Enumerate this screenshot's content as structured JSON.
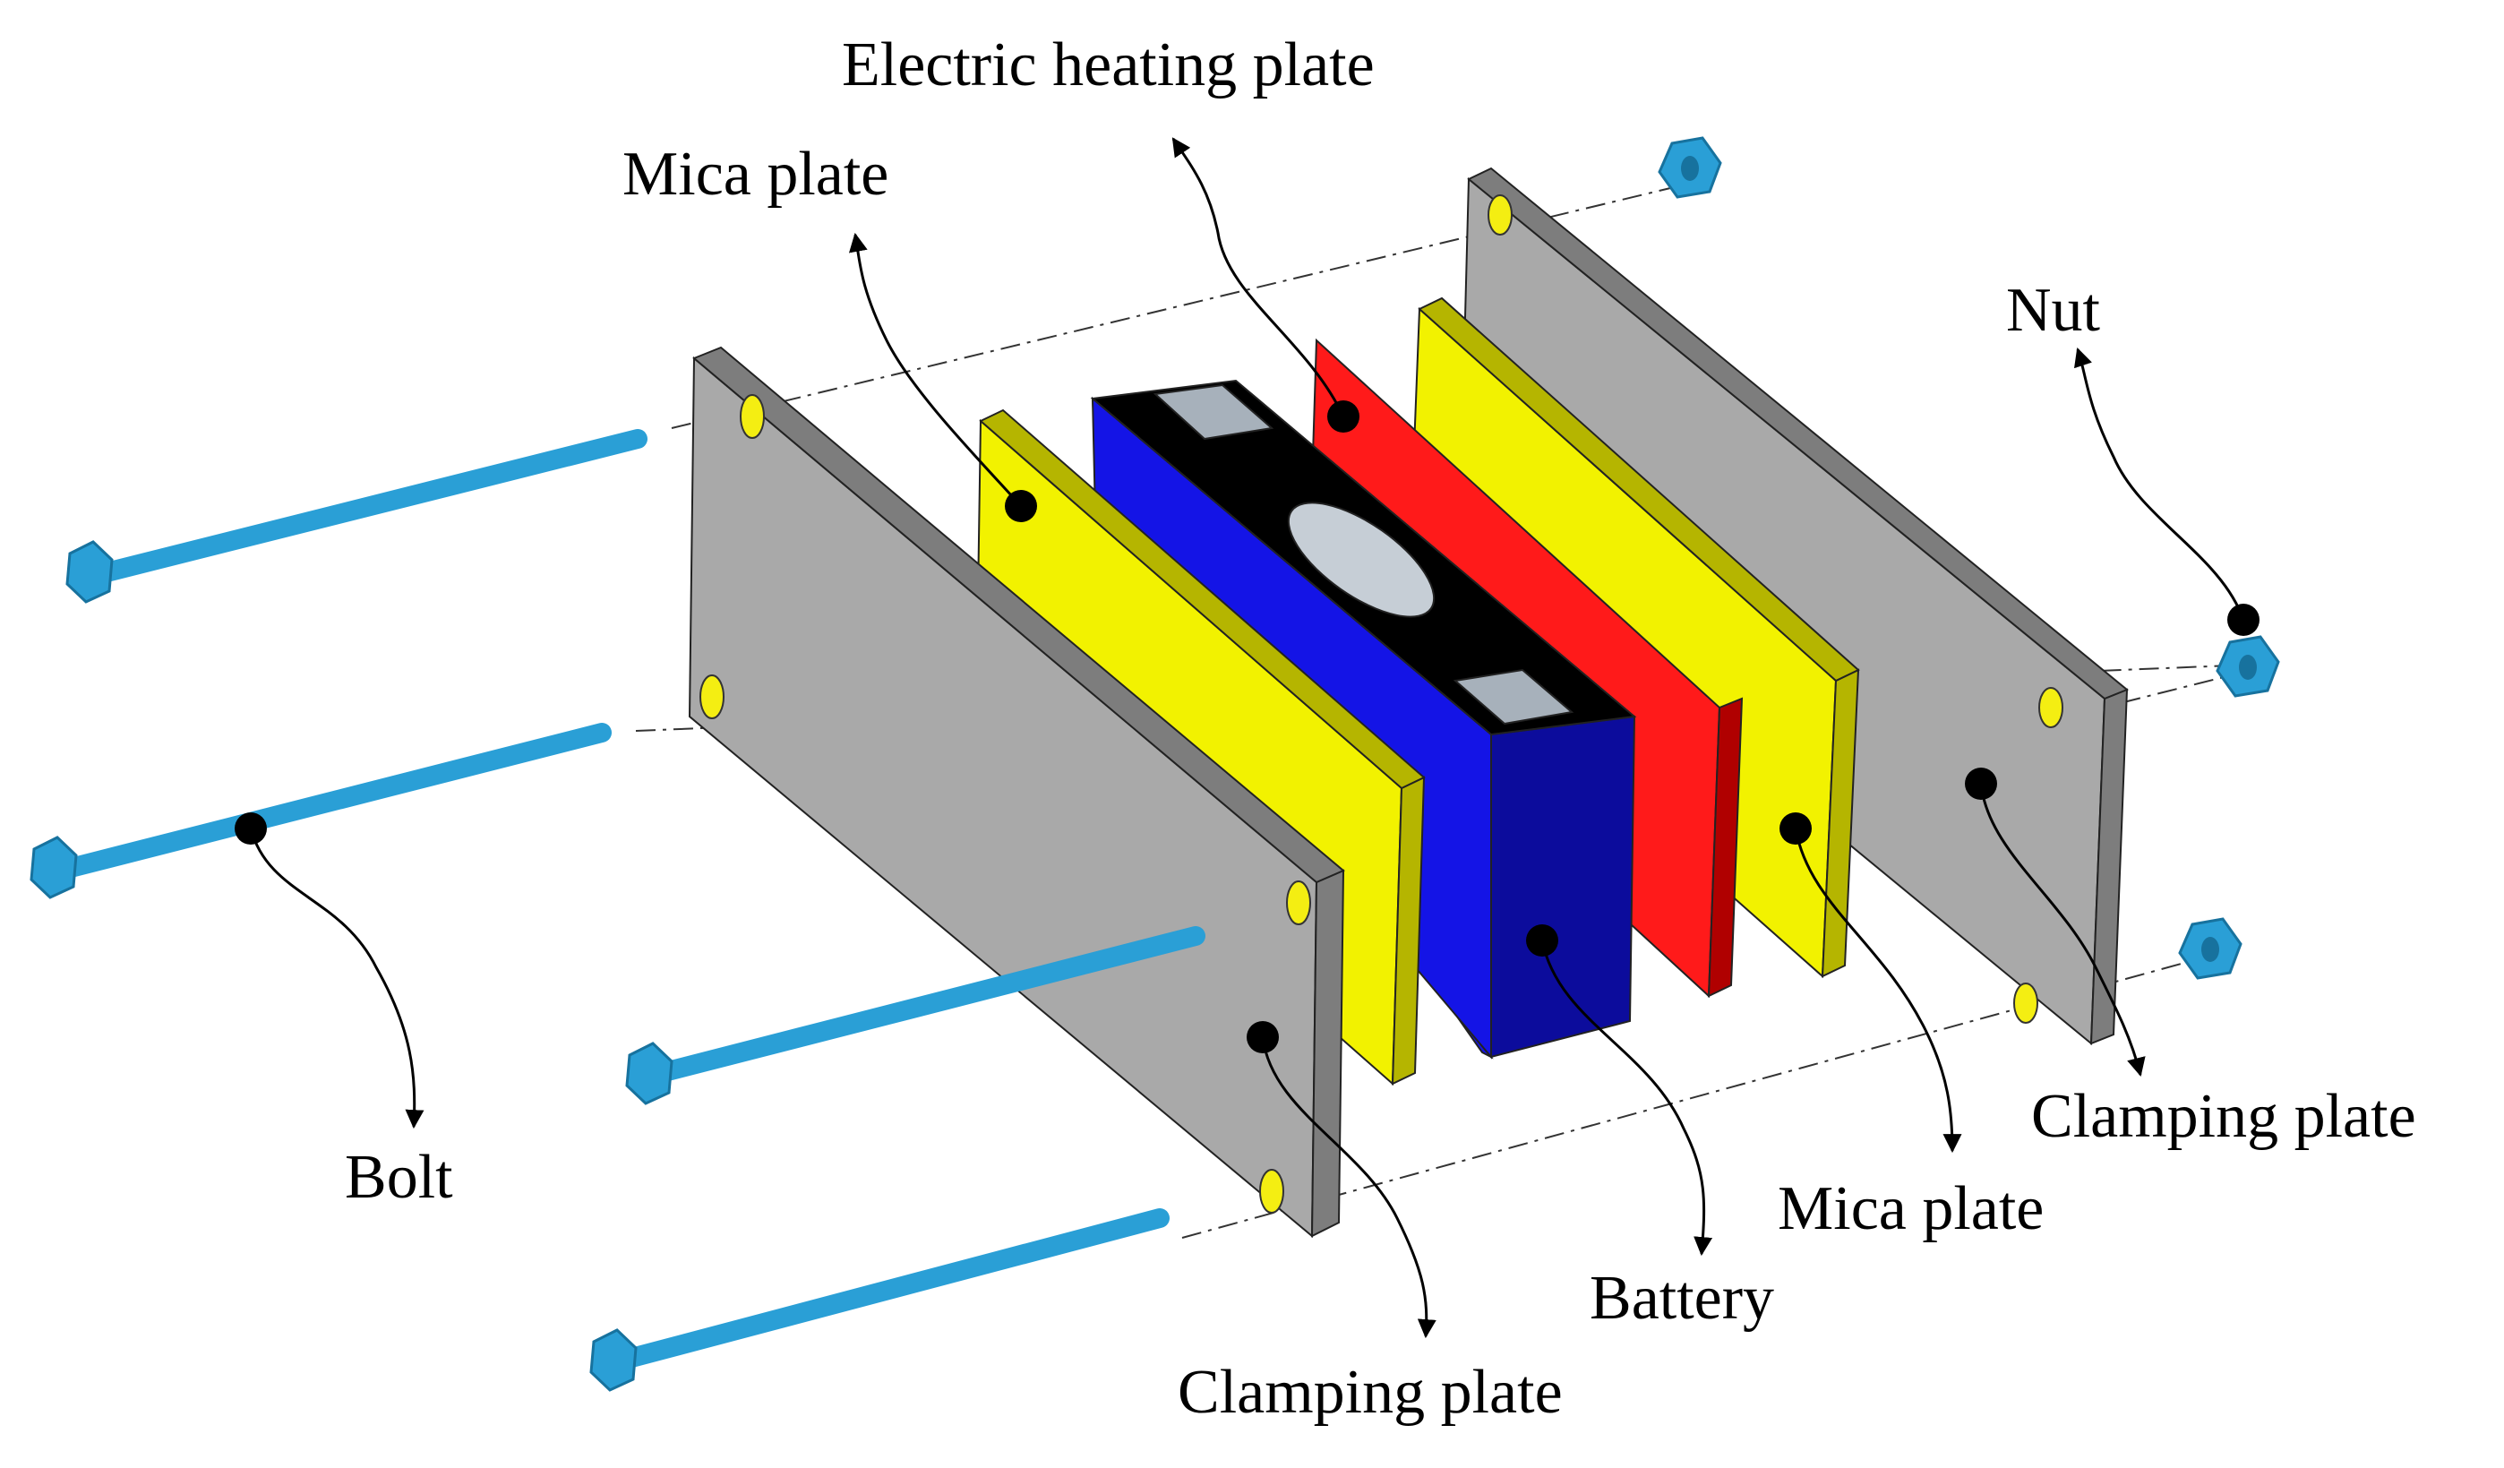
{
  "labels": {
    "electric_heating_plate": "Electric heating plate",
    "mica_plate_top": "Mica plate",
    "nut": "Nut",
    "bolt": "Bolt",
    "clamping_plate_bottom": "Clamping plate",
    "battery": "Battery",
    "mica_plate_bottom": "Mica plate",
    "clamping_plate_right": "Clamping plate"
  },
  "colors": {
    "bolt": "#2a9fd6",
    "bolt_dark": "#17729e",
    "clamping_plate": "#a9a9a9",
    "clamping_plate_edge": "#7d7d7d",
    "mica_plate": "#f2f200",
    "mica_plate_edge": "#b5b500",
    "heating_plate": "#ff1a1a",
    "heating_plate_edge": "#b00000",
    "battery": "#1414e6",
    "battery_side": "#0c0c9c",
    "battery_top": "#000000",
    "terminal": "#a7b1bb",
    "vent": "#c6ced6",
    "hole": "#f4ee12"
  },
  "icons": [
    "bolt-icon",
    "nut-icon",
    "callout-dot-icon",
    "callout-arrow-icon"
  ]
}
